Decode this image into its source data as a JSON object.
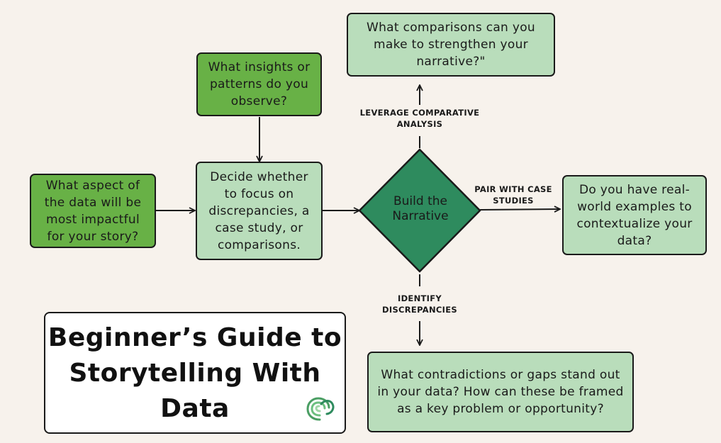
{
  "title": "Beginner’s Guide to Storytelling With Data",
  "colors": {
    "background": "#f7f2ec",
    "light_box": "#b9ddbb",
    "dark_box": "#68b146",
    "diamond": "#2e8b5e",
    "line": "#1a1a1a"
  },
  "nodes": {
    "aspect": "What aspect of the data will be most impactful for your story?",
    "insights": "What insights or patterns do you observe?",
    "decide": "Decide whether to focus on discrepancies, a case study, or comparisons.",
    "narrative": "Build the Narrative",
    "comparisons": "What comparisons can you make to strengthen your narrative?\"",
    "examples": "Do you have real-world examples to contextualize your data?",
    "contradictions": "What contradictions or gaps stand out in your data? How can these be framed as a key problem or opportunity?"
  },
  "edges": {
    "leverage": "LEVERAGE COMPARATIVE ANALYSIS",
    "pair": "PAIR WITH CASE STUDIES",
    "identify": "IDENTIFY DISCREPANCIES"
  },
  "logo_icon": "spiral-logo-icon"
}
